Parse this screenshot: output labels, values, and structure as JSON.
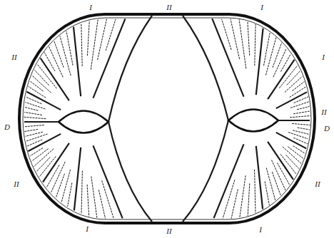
{
  "diagram": {
    "labels": [
      "I",
      "II",
      "I",
      "II",
      "I",
      "II",
      "D",
      "D",
      "II",
      "II",
      "I",
      "II",
      "I"
    ]
  }
}
